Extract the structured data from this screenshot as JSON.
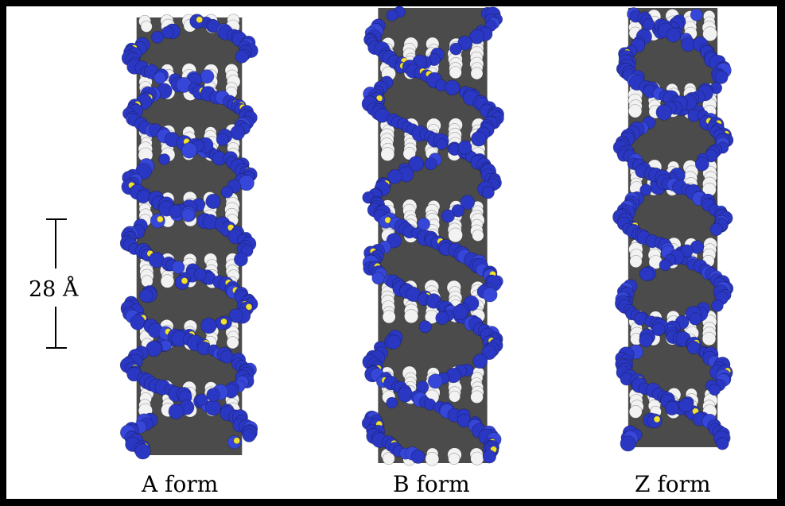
{
  "figure": {
    "scale_label": "28 Å",
    "forms": [
      {
        "id": "a",
        "label": "A form"
      },
      {
        "id": "b",
        "label": "B form"
      },
      {
        "id": "z",
        "label": "Z form"
      }
    ]
  },
  "colors": {
    "background": "#ffffff",
    "border": "#000000",
    "backbone_blue": "#2a37c2",
    "base_white": "#f2f2f2",
    "groove_gray": "#4b4b4b",
    "phosphorus_yellow": "#f2e22e"
  }
}
